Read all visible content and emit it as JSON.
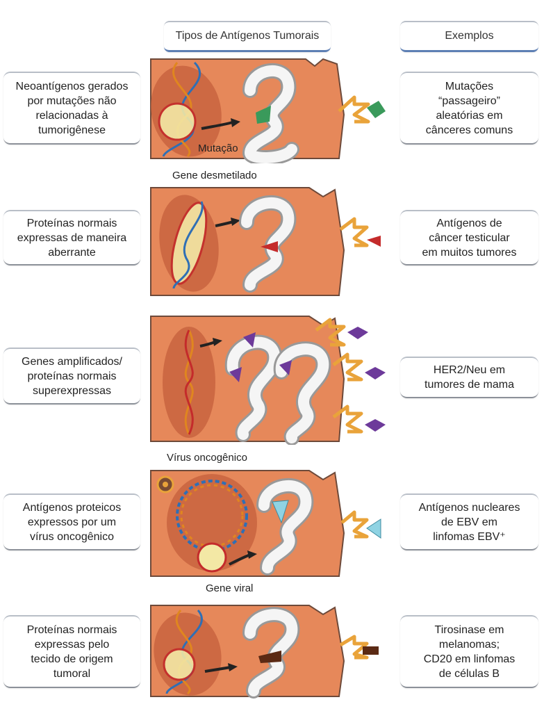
{
  "headers": {
    "types": "Tipos de Antígenos Tumorais",
    "examples": "Exemplos"
  },
  "colors": {
    "cell_fill": "#e6885a",
    "cell_border": "#6e4a3a",
    "nucleus": "#c8643f",
    "receptor": "#e9a33a",
    "dna_blue": "#2f6fb5",
    "dna_orange": "#e0861f",
    "antigen_green": "#3a9a5b",
    "antigen_red": "#c42b2b",
    "antigen_purple": "#6d3a9a",
    "antigen_cyan": "#8fd3e3",
    "antigen_brown": "#5b2a14"
  },
  "rows": [
    {
      "left": "Neoantígenos gerados\npor mutações não\nrelacionadas à\ntumorigênese",
      "right": "Mutações\n“passageiro”\naleatórias em\ncânceres comuns",
      "annotations": [
        "Mutação"
      ]
    },
    {
      "left": "Proteínas normais\nexpressas de maneira\naberrante",
      "right": "Antígenos de\ncâncer testicular\nem muitos tumores",
      "annotations": [
        "Gene desmetilado"
      ]
    },
    {
      "left": "Genes amplificados/\nproteínas normais\nsuperexpressas",
      "right": "HER2/Neu em\ntumores de mama",
      "annotations": []
    },
    {
      "left": "Antígenos proteicos\nexpressos por um\nvírus oncogênico",
      "right": "Antígenos nucleares\nde EBV em\nlinfomas EBV⁺",
      "annotations": [
        "Vírus oncogênico",
        "Gene viral"
      ]
    },
    {
      "left": "Proteínas normais\nexpressas pelo\ntecido de origem\ntumoral",
      "right": "Tirosinase em\nmelanomas;\nCD20 em linfomas\nde células B",
      "annotations": []
    }
  ]
}
